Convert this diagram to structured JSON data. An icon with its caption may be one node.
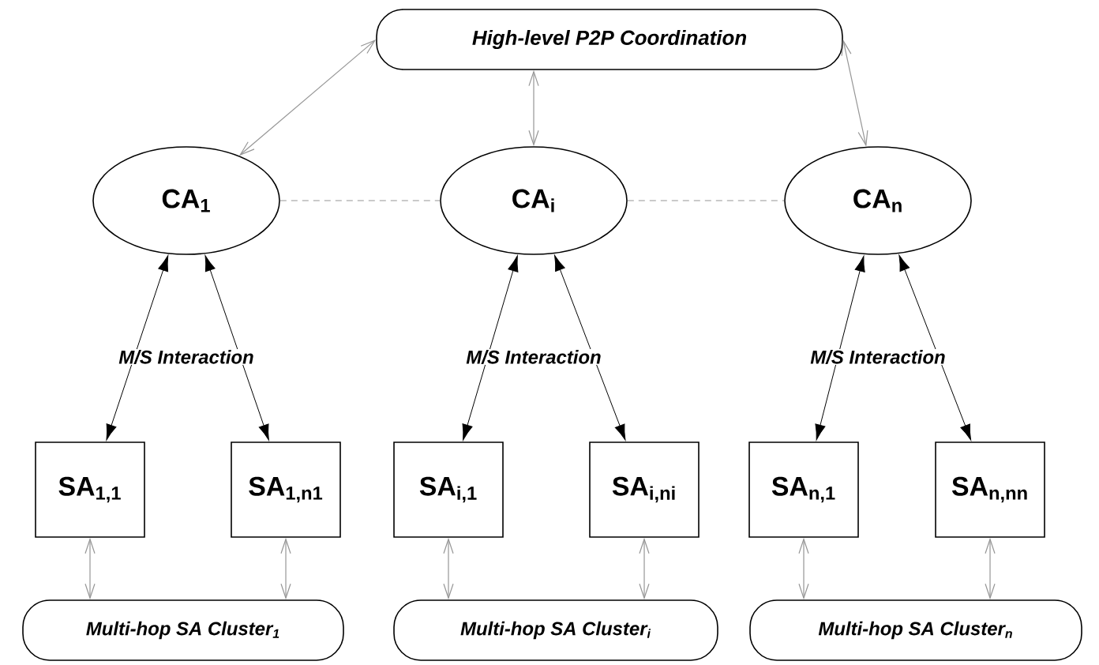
{
  "diagram": {
    "nodes": [
      {
        "text": [
          "High-level P2P Coordination"
        ]
      },
      {
        "text": [
          "CA$_{1}$"
        ]
      },
      {
        "text": [
          "CA$_{i}$"
        ]
      },
      {
        "text": [
          "CA$_{n}$"
        ]
      },
      {
        "text": [
          "SA$_{1,1}$"
        ]
      },
      {
        "text": [
          "SA$_{1,n1}$"
        ]
      },
      {
        "text": [
          "SA$_{i,1}$"
        ]
      },
      {
        "text": [
          "SA$_{i,ni}$"
        ]
      },
      {
        "text": [
          "SA$_{n,1}$"
        ]
      },
      {
        "text": [
          "SA$_{n,nn}$"
        ]
      },
      {
        "text": [
          "Multi-hop SA Cluster$_{1}$"
        ]
      },
      {
        "text": [
          "Multi-hop SA Cluster$_{i}$"
        ]
      },
      {
        "text": [
          "Multi-hop SA Cluster$_{n}$"
        ]
      }
    ],
    "edges": [
      {
        "from": 0,
        "to": 1,
        "arrow": "both"
      },
      {
        "from": 0,
        "to": 2,
        "arrow": "both"
      },
      {
        "from": 0,
        "to": 3,
        "arrow": "both"
      },
      {
        "from": 1,
        "to": 2,
        "arrow": "none",
        "style": "dashed"
      },
      {
        "from": 2,
        "to": 3,
        "arrow": "none",
        "style": "dashed"
      },
      {
        "from": 1,
        "to": 4,
        "arrow": "both",
        "color": "#000000"
      },
      {
        "from": 1,
        "to": 5,
        "arrow": "both",
        "color": "#000000"
      },
      {
        "from": 2,
        "to": 6,
        "arrow": "both",
        "color": "#000000"
      },
      {
        "from": 2,
        "to": 7,
        "arrow": "both",
        "color": "#000000"
      },
      {
        "from": 3,
        "to": 8,
        "arrow": "both",
        "color": "#000000"
      },
      {
        "from": 3,
        "to": 9,
        "arrow": "both",
        "color": "#000000"
      },
      {
        "from": 4,
        "to": 10,
        "arrow": "both"
      },
      {
        "from": 5,
        "to": 10,
        "arrow": "both"
      },
      {
        "from": 6,
        "to": 11,
        "arrow": "both"
      },
      {
        "from": 7,
        "to": 11,
        "arrow": "both"
      },
      {
        "from": 8,
        "to": 12,
        "arrow": "both"
      },
      {
        "from": 9,
        "to": 12,
        "arrow": "both"
      }
    ],
    "labels": [
      "M/S Interaction",
      "M/S Interaction",
      "M/S Interaction"
    ]
  }
}
